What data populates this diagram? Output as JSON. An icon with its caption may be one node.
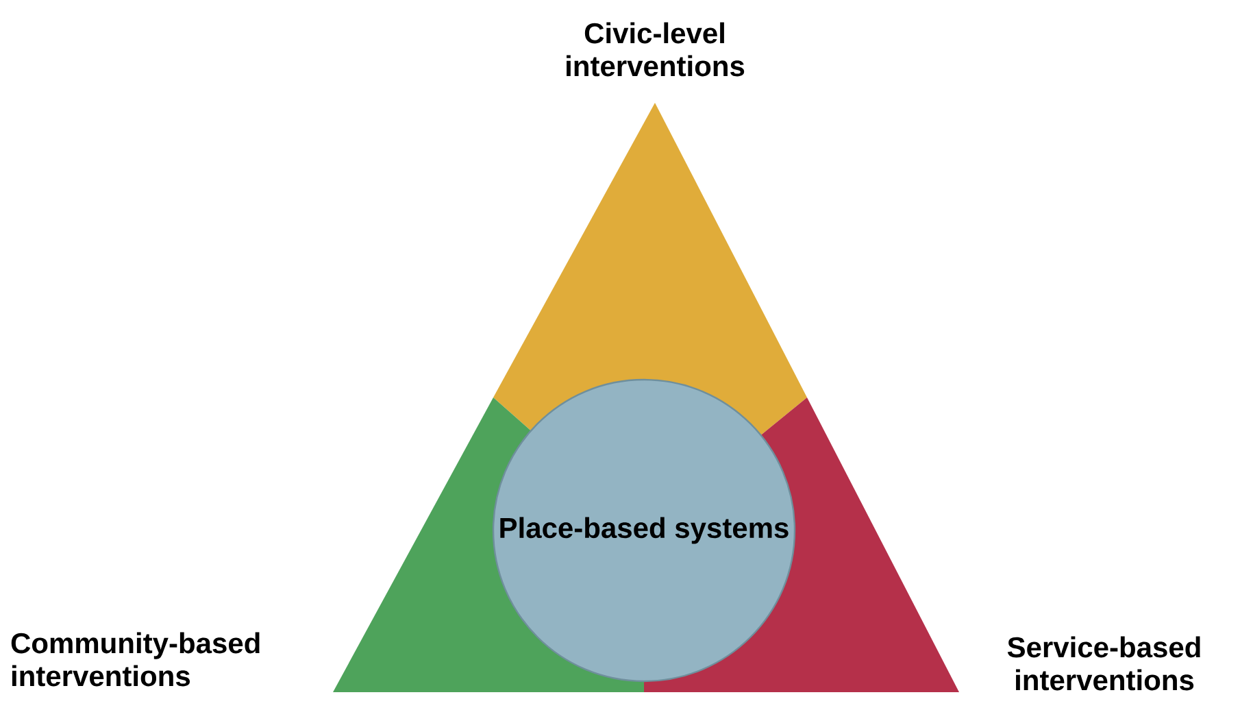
{
  "diagram": {
    "nodes": [
      {
        "text": [
          "Civic-level interventions"
        ]
      },
      {
        "text": [
          "Community-based interventions"
        ]
      },
      {
        "text": [
          "Service-based interventions"
        ]
      },
      {
        "text": [
          "Place-based systems"
        ]
      }
    ]
  }
}
